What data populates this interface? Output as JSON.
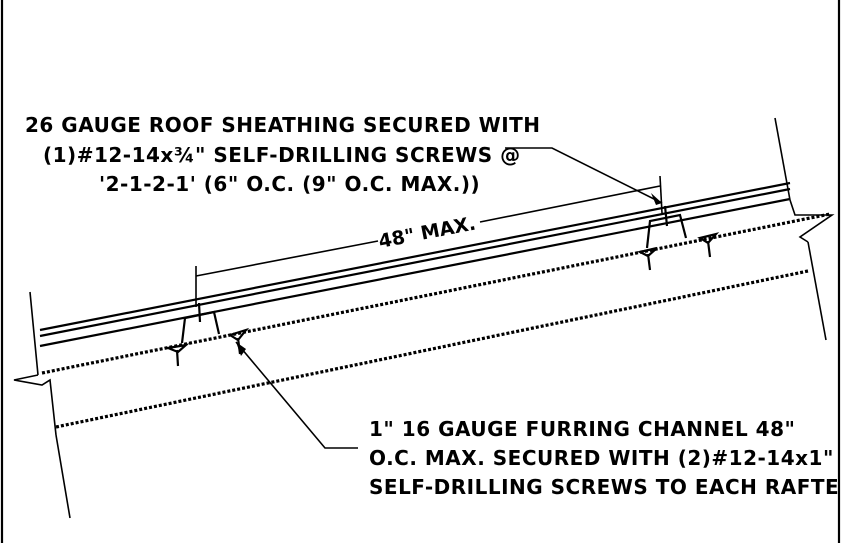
{
  "notes": {
    "sheathing": {
      "line1": "26 GAUGE ROOF SHEATHING SECURED WITH",
      "line2": "(1)#12-14x¾\" SELF-DRILLING SCREWS @",
      "line3": "'2-1-2-1' (6\" O.C. (9\" O.C. MAX.))"
    },
    "dimension": {
      "label": "48\" MAX."
    },
    "furring": {
      "line1": "1\" 16 GAUGE FURRING CHANNEL 48\"",
      "line2": "O.C. MAX. SECURED WITH (2)#12-14x1\"",
      "line3": "SELF-DRILLING SCREWS TO EACH RAFTER."
    }
  }
}
